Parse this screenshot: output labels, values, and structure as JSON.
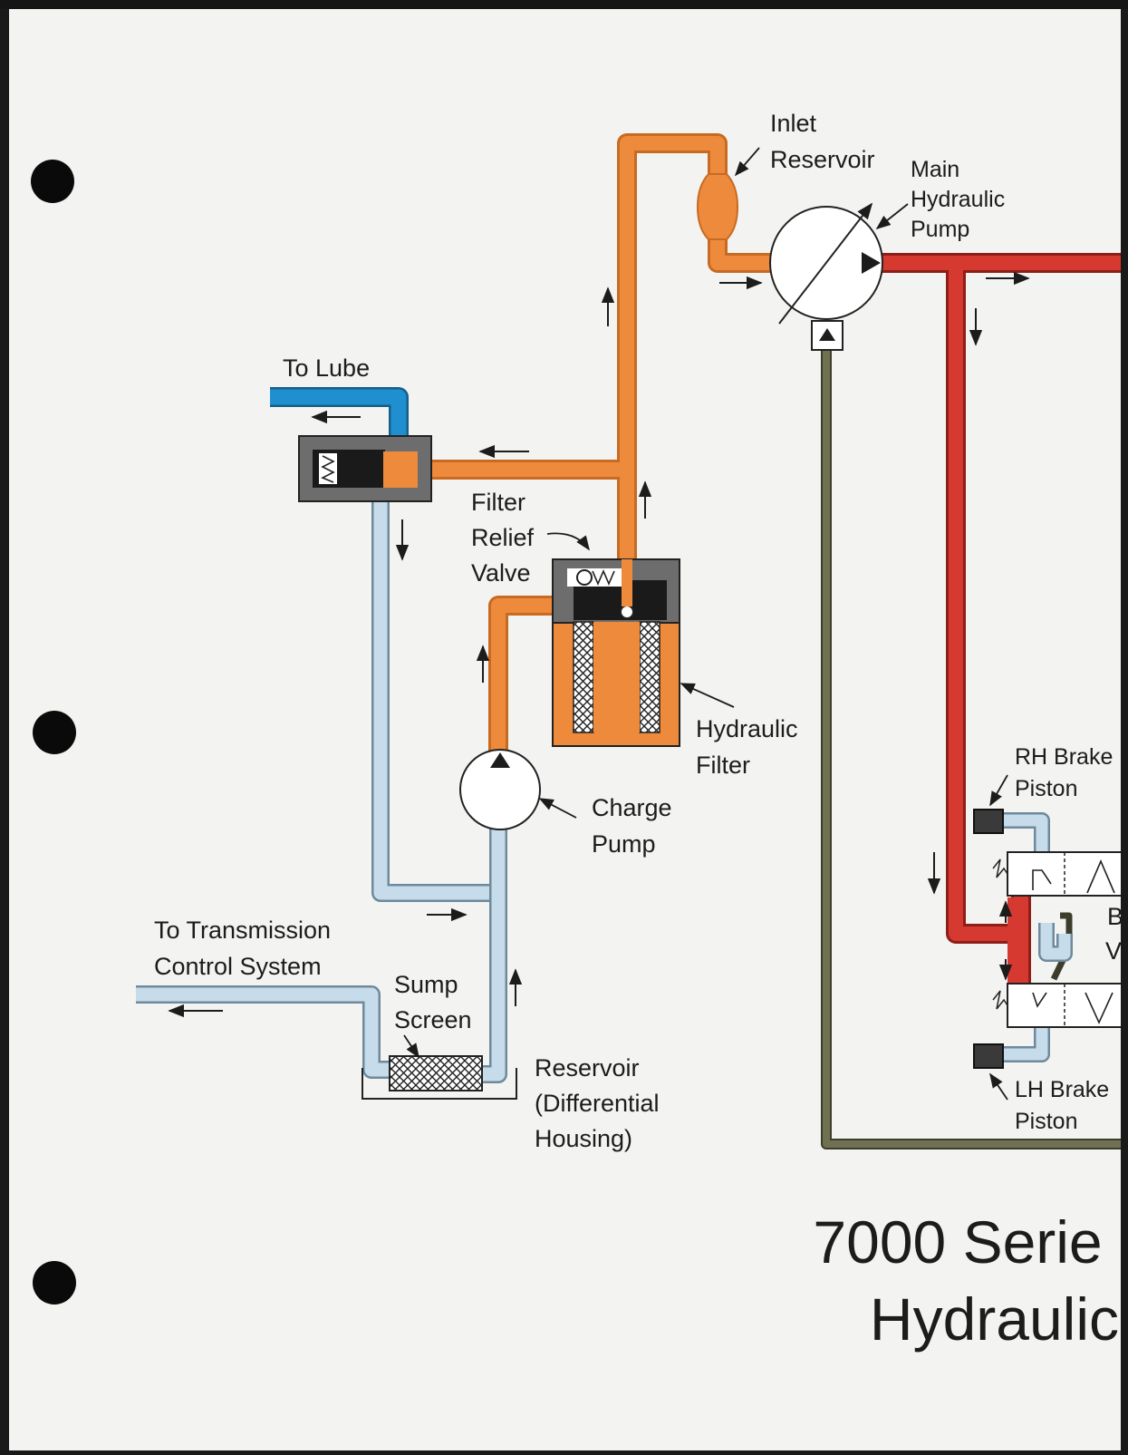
{
  "colors": {
    "supply": "#ee8a3c",
    "supply_dark": "#c76a22",
    "lube": "#1f8fcf",
    "return": "#c7dcea",
    "return_edge": "#6e8a9c",
    "pressure": "#d5392f",
    "pressure_dark": "#8e1e18",
    "pilot": "#6f7152",
    "housing": "#6d6d6d",
    "paper": "#f3f3f1"
  },
  "labels": {
    "inlet_reservoir": [
      "Inlet",
      "Reservoir"
    ],
    "main_pump": [
      "Main",
      "Hydraulic",
      "Pump"
    ],
    "to_lube": "To Lube",
    "filter_relief_valve": [
      "Filter",
      "Relief",
      "Valve"
    ],
    "hydraulic_filter": [
      "Hydraulic",
      "Filter"
    ],
    "charge_pump": [
      "Charge",
      "Pump"
    ],
    "to_transmission": [
      "To Transmission",
      "Control System"
    ],
    "sump_screen": [
      "Sump",
      "Screen"
    ],
    "reservoir": [
      "Reservoir",
      "(Differential",
      "Housing)"
    ],
    "rh_brake_piston": [
      "RH Brake",
      "Piston"
    ],
    "lh_brake_piston": [
      "LH Brake",
      "Piston"
    ],
    "brake_valve_partial": [
      "B",
      "V"
    ]
  },
  "title": [
    "7000 Serie",
    "Hydraulic"
  ],
  "icons": [
    "binder-hole-icon",
    "flow-arrow-icon",
    "spring-icon",
    "check-ball-icon",
    "pump-icon",
    "filter-element-icon",
    "screen-icon"
  ]
}
